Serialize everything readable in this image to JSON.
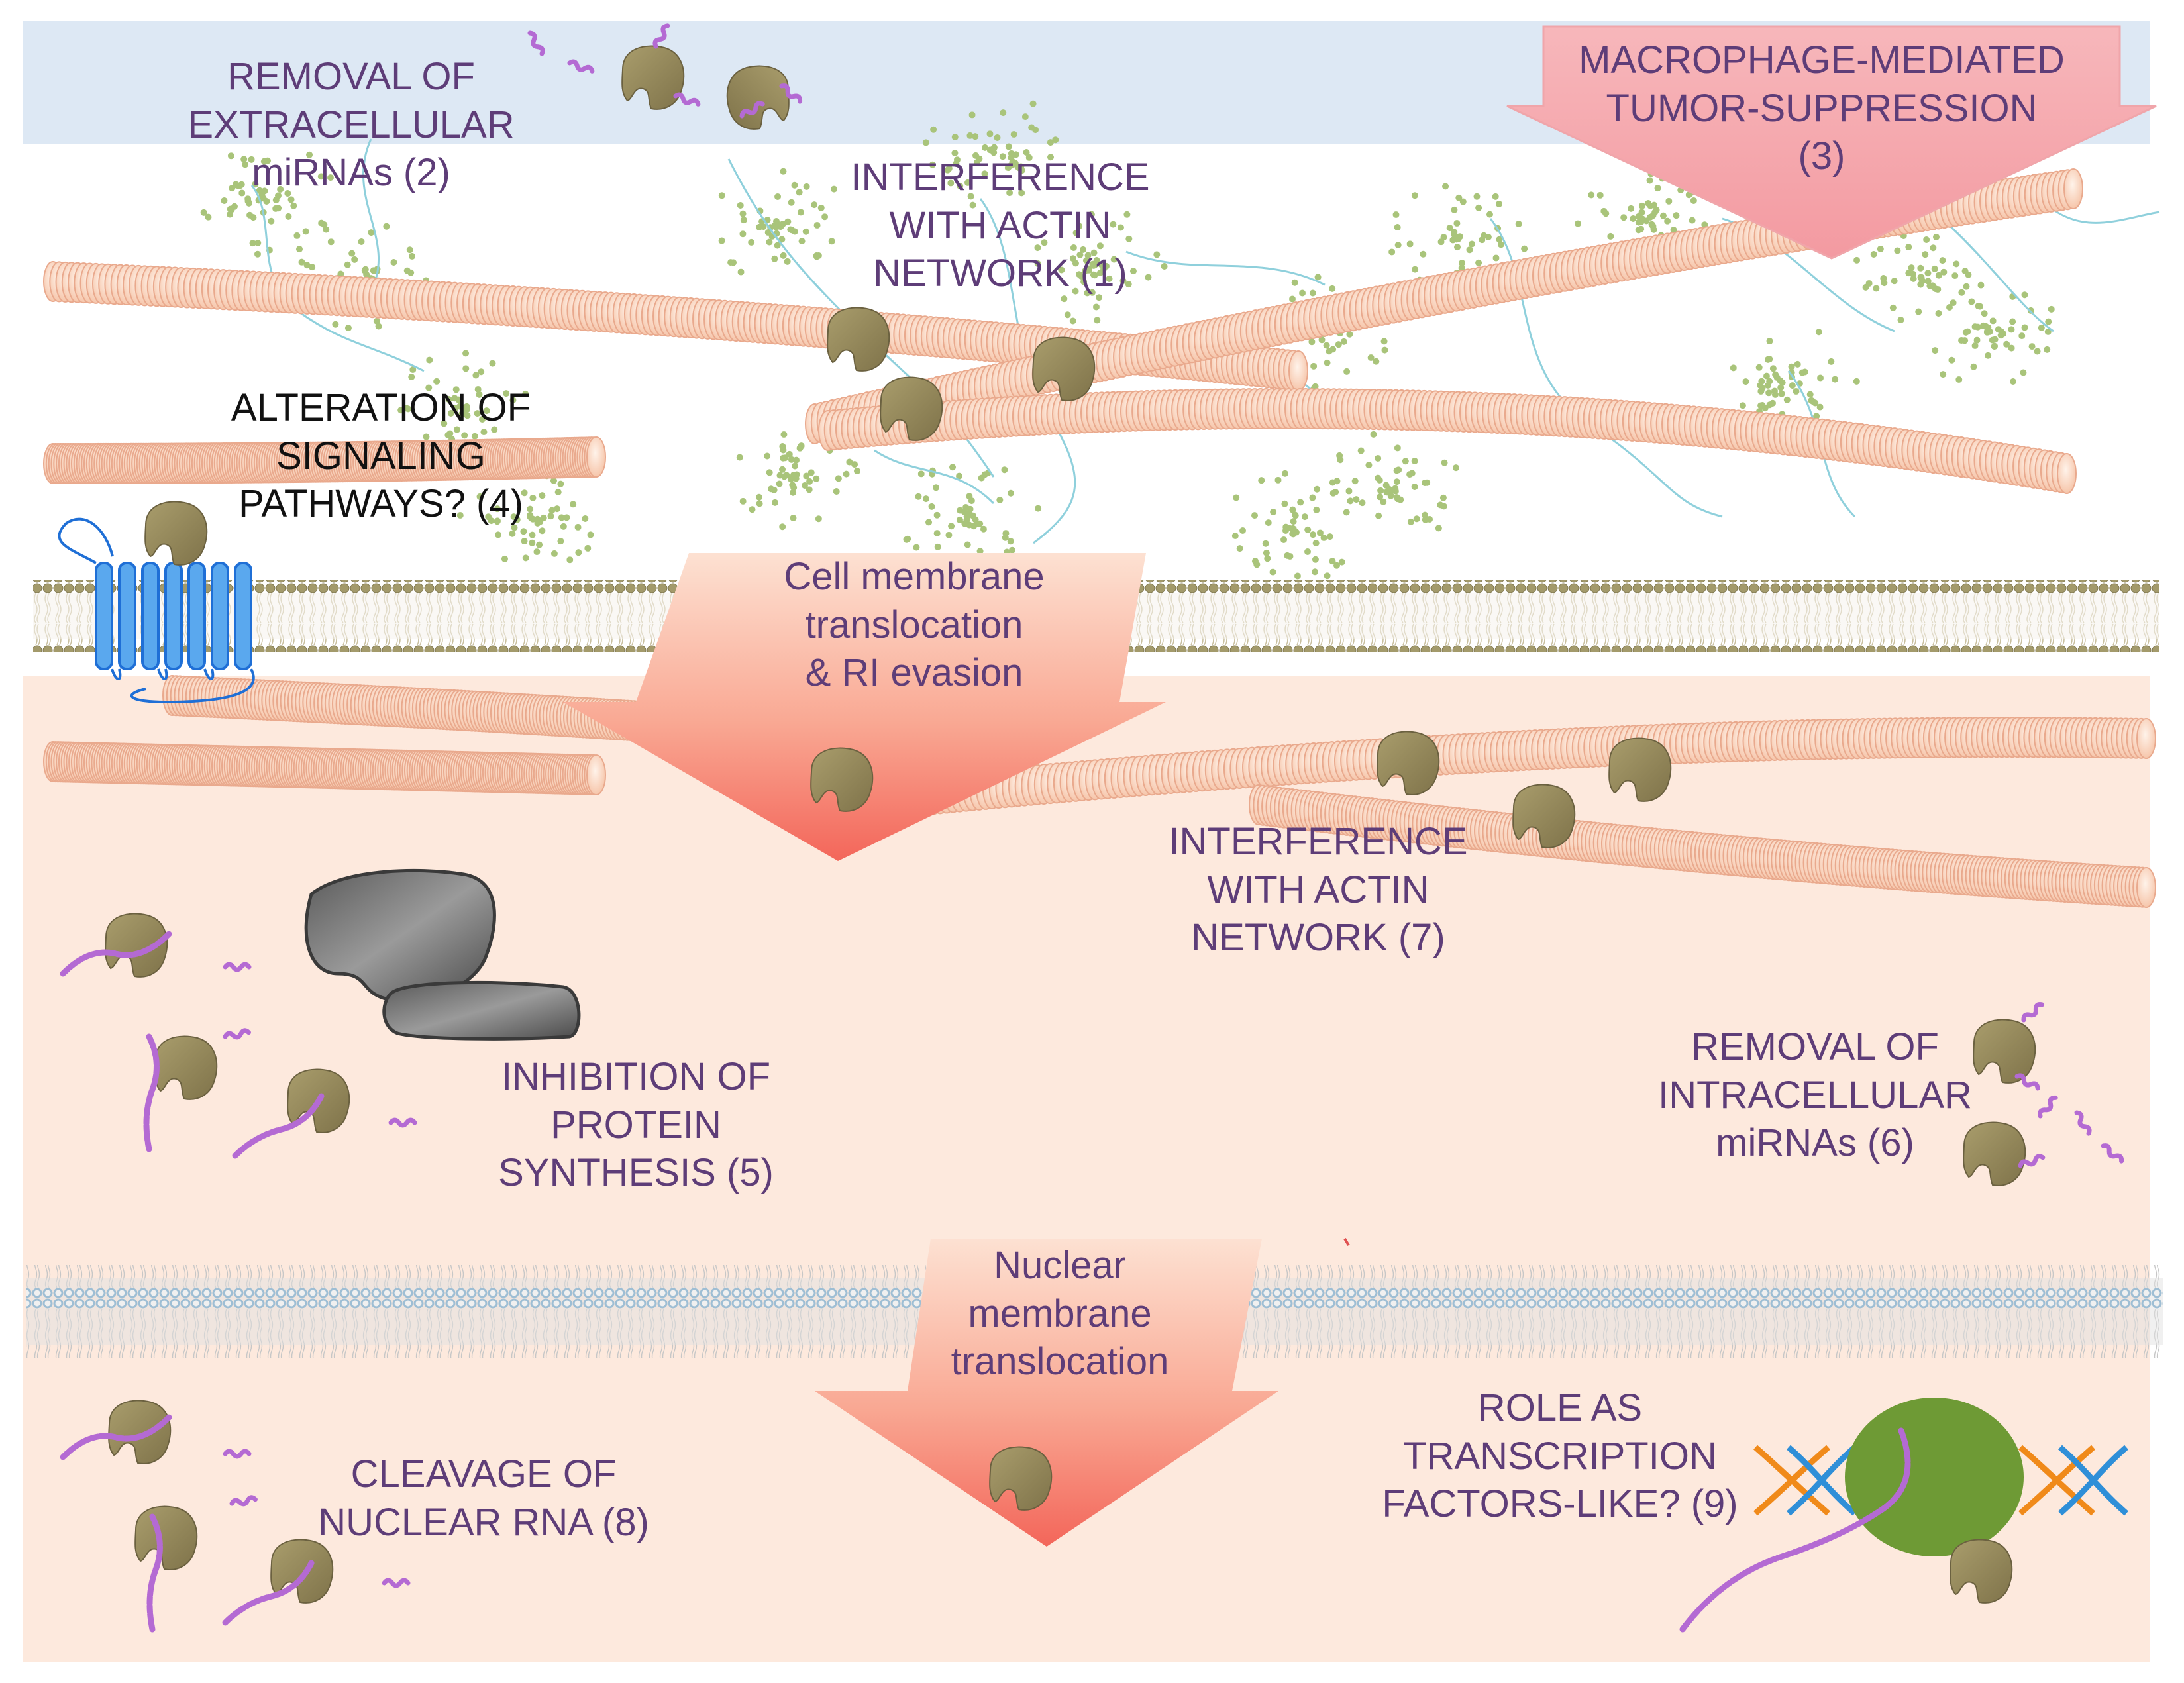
{
  "colors": {
    "extracellular_band": "#dde8f4",
    "cytoplasm": "#fde9dd",
    "actin_bead": "#f9d4bd",
    "actin_edge": "#e9a98d",
    "enzyme": "#9b8e5c",
    "mirna": "#b46ad3",
    "membrane_head": "#a39a6b",
    "nuclear_head": "#5b9bc7",
    "receptor": "#5aa8ee",
    "dna_orange": "#f08a1a",
    "dna_blue": "#2f8fd8",
    "tf_green": "#6e9a35",
    "ribosome": "#707070",
    "arrow_pink": "#f8b3b8",
    "arrow_salmon": "#f46a5a",
    "label_purple": "#5e3d78"
  },
  "labels": {
    "removal_extracellular": "REMOVAL OF\nEXTRACELLULAR\nmiRNAs (2)",
    "interference_actin_1": "INTERFERENCE\nWITH ACTIN\nNETWORK (1)",
    "macrophage": "MACROPHAGE-MEDIATED\nTUMOR-SUPPRESSION\n(3)",
    "alteration_signaling": "ALTERATION OF\nSIGNALING\nPATHWAYS? (4)",
    "cell_membrane_translocation": "Cell membrane\ntranslocation\n& RI evasion",
    "interference_actin_7": "INTERFERENCE\nWITH ACTIN\nNETWORK (7)",
    "inhibition_protein": "INHIBITION OF\nPROTEIN\nSYNTHESIS (5)",
    "removal_intracellular": "REMOVAL OF\nINTRACELLULAR\nmiRNAs (6)",
    "nuclear_translocation": "Nuclear\nmembrane\ntranslocation",
    "cleavage_nuclear": "CLEAVAGE OF\nNUCLEAR RNA (8)",
    "role_tf": "ROLE AS\nTRANSCRIPTION\nFACTORS-LIKE? (9)"
  },
  "icons": {
    "enzyme": "rnase-enzyme-icon",
    "receptor": "membrane-receptor-icon",
    "ribosome": "ribosome-icon",
    "dna": "dna-helix-icon",
    "transcription_factor": "transcription-factor-icon",
    "mirna": "mirna-fragment-icon"
  }
}
